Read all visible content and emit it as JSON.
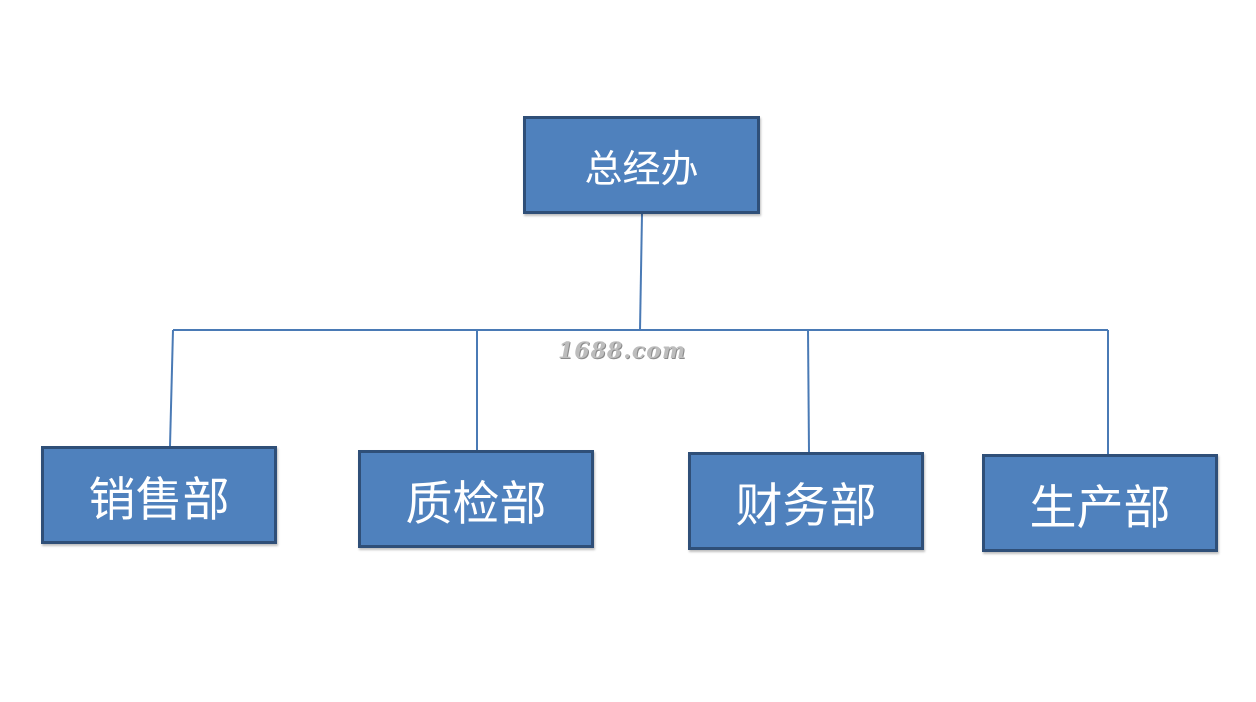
{
  "diagram": {
    "type": "org-chart",
    "root": {
      "label": "总经办"
    },
    "departments": [
      {
        "label": "销售部"
      },
      {
        "label": "质检部"
      },
      {
        "label": "财务部"
      },
      {
        "label": "生产部"
      }
    ],
    "colors": {
      "box_fill": "#4f81bd",
      "box_border": "#2f4f78",
      "connector": "#4a7ab5",
      "text": "#ffffff"
    }
  },
  "watermark": {
    "text": "1688.com"
  }
}
